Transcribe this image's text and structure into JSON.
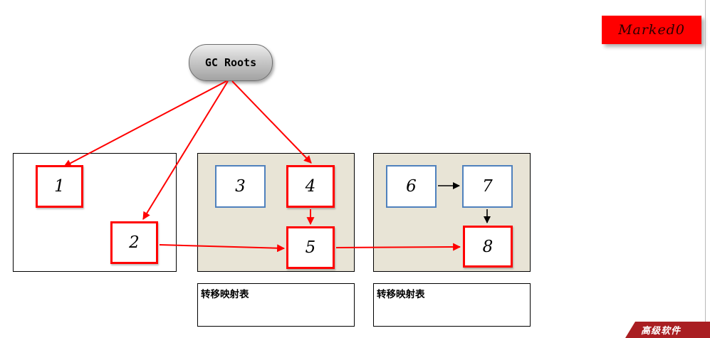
{
  "title_badge": {
    "label": "Marked0"
  },
  "gc_root": {
    "label": "GC Roots"
  },
  "regions": [
    {
      "name": "heap-region-1",
      "fill": "#ffffff",
      "boxes": [
        {
          "label": "1",
          "border": "red"
        },
        {
          "label": "2",
          "border": "red"
        }
      ]
    },
    {
      "name": "heap-region-2",
      "fill": "#e8e4d6",
      "table_label": "转移映射表",
      "boxes": [
        {
          "label": "3",
          "border": "blue"
        },
        {
          "label": "4",
          "border": "red"
        },
        {
          "label": "5",
          "border": "red"
        }
      ]
    },
    {
      "name": "heap-region-3",
      "fill": "#e8e4d6",
      "table_label": "转移映射表",
      "boxes": [
        {
          "label": "6",
          "border": "blue"
        },
        {
          "label": "7",
          "border": "blue"
        },
        {
          "label": "8",
          "border": "red"
        }
      ]
    }
  ],
  "edges": [
    {
      "from": "gc-roots",
      "to": "box-1",
      "color": "#ff0000"
    },
    {
      "from": "gc-roots",
      "to": "box-2",
      "color": "#ff0000"
    },
    {
      "from": "gc-roots",
      "to": "box-4",
      "color": "#ff0000"
    },
    {
      "from": "box-4",
      "to": "box-5",
      "color": "#ff0000"
    },
    {
      "from": "box-2",
      "to": "box-5",
      "color": "#ff0000"
    },
    {
      "from": "box-5",
      "to": "box-8",
      "color": "#ff0000"
    },
    {
      "from": "box-6",
      "to": "box-7",
      "color": "#000000"
    },
    {
      "from": "box-7",
      "to": "box-8",
      "color": "#000000"
    }
  ],
  "footer_ribbon": {
    "label": "高级软件"
  },
  "colors": {
    "arrow_red": "#ff0000",
    "arrow_black": "#000000",
    "box_border_red": "#ff0000",
    "box_border_blue": "#4f81bd",
    "region_fill_beige": "#e8e4d6",
    "badge_bg": "#ff0000",
    "ribbon_bg": "#a91e22"
  }
}
